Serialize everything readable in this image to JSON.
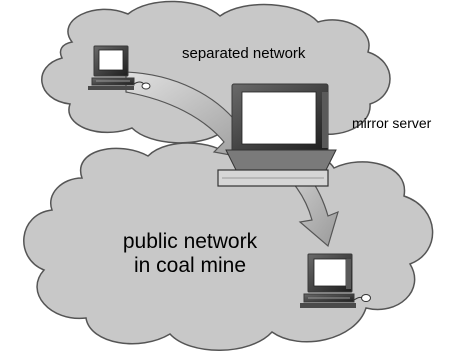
{
  "labels": {
    "separated_network": "separated network",
    "mirror_server": "mirror server",
    "public_network_line1": "public network",
    "public_network_line2": "in coal mine"
  },
  "colors": {
    "cloud_fill": "#c8c8c8",
    "cloud_stroke": "#555555",
    "arrow_fill": "#bcbcbc",
    "arrow_stroke": "#555555",
    "monitor_frame": "#3a3a3a",
    "screen": "#ffffff",
    "background": "#ffffff"
  },
  "icons": {
    "top_computer": "desktop-computer-icon",
    "server": "mirror-server-computer-icon",
    "bottom_computer": "desktop-computer-icon"
  }
}
